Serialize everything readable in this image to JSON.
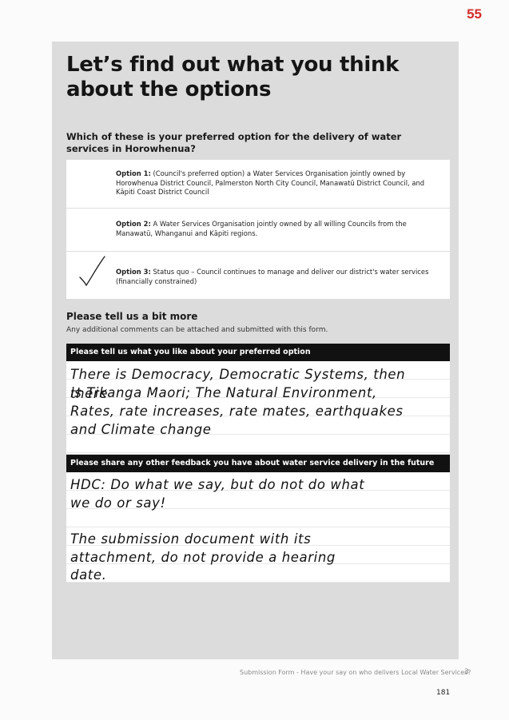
{
  "page_number": "55",
  "title": "Let’s find out what you think about the options",
  "question": "Which of these is your preferred option for the delivery of water services in Horowhenua?",
  "options": [
    {
      "label": "Option 1:",
      "text": "(Council's preferred option) a Water Services Organisation jointly owned by Horowhenua District Council, Palmerston North City Council, Manawatū District Council, and Kāpiti Coast District Council",
      "selected": false
    },
    {
      "label": "Option 2:",
      "text": "A Water Services Organisation jointly owned by all willing Councils from the Manawatū, Whanganui and Kāpiti regions.",
      "selected": false
    },
    {
      "label": "Option 3:",
      "text": "Status quo – Council continues to manage and deliver our district's water services (financially constrained)",
      "selected": true
    }
  ],
  "more": {
    "heading": "Please tell us a bit more",
    "subtext": "Any additional comments can be attached and submitted with this form."
  },
  "like_section": {
    "heading": "Please tell us what you like about your preferred option",
    "lines": [
      "There is Democracy, Democratic Systems, then there",
      "is Tikanga Maori; The Natural Environment,",
      "Rates, rate increases, rate mates, earthquakes",
      "and Climate change"
    ]
  },
  "feedback_section": {
    "heading": "Please share any other feedback you have about water service delivery in the future",
    "lines": [
      "HDC: Do what we say, but do not do what",
      "we do or say!",
      "",
      "The submission document with its",
      "attachment, do not provide a hearing",
      "date."
    ]
  },
  "footer": {
    "text": "Submission Form - Have your say on who delivers Local Water Services?",
    "page": "3"
  },
  "doc_number": "181"
}
